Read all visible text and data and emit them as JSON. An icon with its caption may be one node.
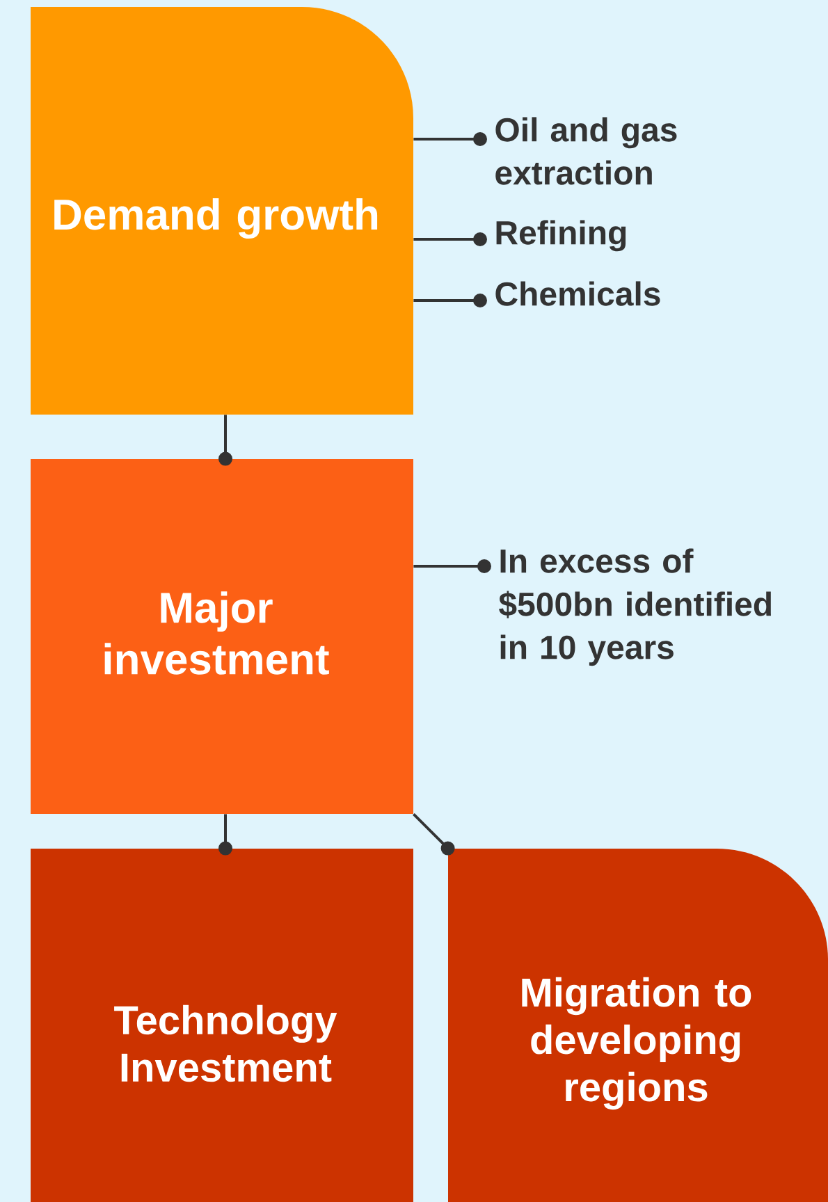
{
  "diagram": {
    "nodes": [
      {
        "text": [
          "Demand growth"
        ]
      },
      {
        "text": [
          "Oil and gas extraction"
        ]
      },
      {
        "text": [
          "Refining"
        ]
      },
      {
        "text": [
          "Chemicals"
        ]
      },
      {
        "text": [
          "Major investment"
        ]
      },
      {
        "text": [
          "In excess of $500bn identified in 10 years"
        ]
      },
      {
        "text": [
          "Technology Investment"
        ]
      },
      {
        "text": [
          "Migration to developing regions"
        ]
      }
    ],
    "edges": [
      {
        "from": 0,
        "to": 1,
        "arrow": "other"
      },
      {
        "from": 0,
        "to": 2,
        "arrow": "other"
      },
      {
        "from": 0,
        "to": 3,
        "arrow": "other"
      },
      {
        "from": 0,
        "to": 4,
        "arrow": "other"
      },
      {
        "from": 4,
        "to": 5,
        "arrow": "other"
      },
      {
        "from": 4,
        "to": 6,
        "arrow": "other"
      },
      {
        "from": 4,
        "to": 7,
        "arrow": "other"
      }
    ]
  }
}
